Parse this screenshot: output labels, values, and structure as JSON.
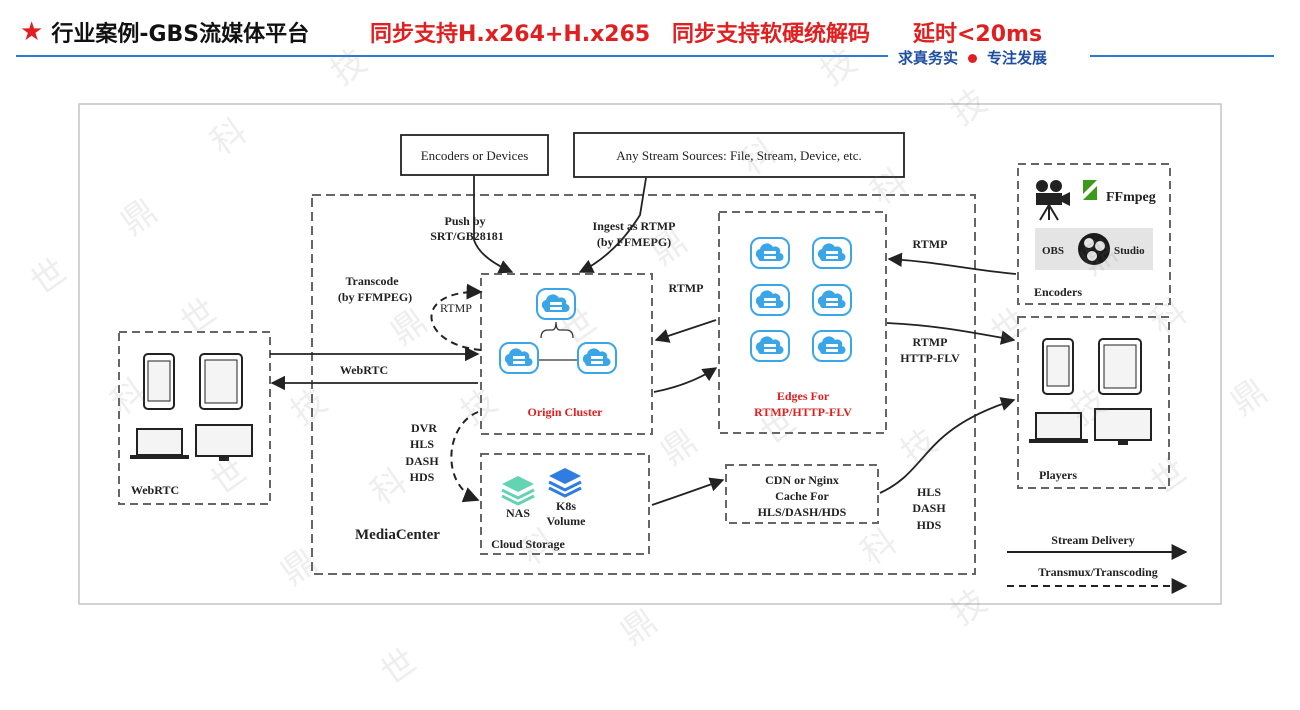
{
  "header": {
    "title": "行业案例-GBS流媒体平台",
    "feature1": "同步支持H.x264+H.x265",
    "feature2": "同步支持软硬统解码",
    "feature3": "延时<20ms",
    "slogan_left": "求真务实",
    "slogan_right": "专注发展"
  },
  "colors": {
    "accent": "#e02020",
    "rule": "#2e7ad1",
    "slogan": "#1f4fa0",
    "cloud": "#3aa6e8"
  },
  "diagram": {
    "encoders_devices": "Encoders or Devices",
    "any_sources": "Any Stream Sources: File, Stream, Device, etc.",
    "push_by_1": "Push by",
    "push_by_2": "SRT/GB28181",
    "ingest_1": "Ingest as RTMP",
    "ingest_2": "(by FFMEPG)",
    "transcode_1": "Transcode",
    "transcode_2": "(by FFMPEG)",
    "rtmp_loop": "RTMP",
    "rtmp_edge": "RTMP",
    "webrtc_arrow": "WebRTC",
    "origin_cluster": "Origin Cluster",
    "edges_1": "Edges For",
    "edges_2": "RTMP/HTTP-FLV",
    "dvr": "DVR",
    "hls": "HLS",
    "dash": "DASH",
    "hds": "HDS",
    "nas": "NAS",
    "k8s_1": "K8s",
    "k8s_2": "Volume",
    "cloud_storage": "Cloud Storage",
    "mediacenter": "MediaCenter",
    "cdn_1": "CDN or Nginx",
    "cdn_2": "Cache For",
    "cdn_3": "HLS/DASH/HDS",
    "out_hls": "HLS",
    "out_dash": "DASH",
    "out_hds": "HDS",
    "rtmp_encoders": "RTMP",
    "players_rtmp": "RTMP",
    "players_flv": "HTTP-FLV",
    "encoders_label": "Encoders",
    "ffmpeg": "FFmpeg",
    "obs_1": "OBS",
    "obs_2": "Studio",
    "players_label": "Players",
    "webrtc_label": "WebRTC",
    "legend_solid": "Stream Delivery",
    "legend_dashed": "Transmux/Transcoding"
  },
  "watermark_chars": [
    "世",
    "鼎",
    "科",
    "技"
  ]
}
